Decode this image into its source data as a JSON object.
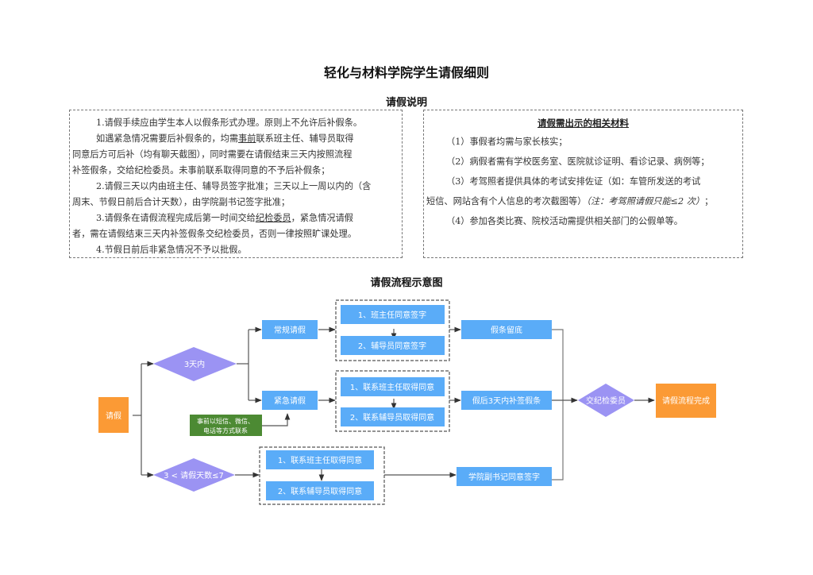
{
  "document": {
    "title": "轻化与材料学院学生请假细则",
    "section1_title": "请假说明",
    "rules": {
      "p1": "1.请假手续应由学生本人以假条形式办理。原则上不允许后补假条。",
      "p2_line1_a": "如遇紧急情况需要后补假条的，均需",
      "p2_line1_u": "事前",
      "p2_line1_b": "联系班主任、辅导员取得",
      "p2_line2": "同意后方可后补（均有聊天截图），同时需要在请假结束三天内按照流程",
      "p2_line3": "补签假条，交给纪检委员。未事前联系取得同意的不予后补假条；",
      "p3_line1": "2.请假三天以内由班主任、辅导员签字批准；三天以上一周以内的（含",
      "p3_line2": "周末、节假日前后合计天数），由学院副书记签字批准；",
      "p4_line1_a": "3.请假条在请假流程完成后第一时间交给",
      "p4_line1_u": "纪检委员",
      "p4_line1_b": "，紧急情况请假",
      "p4_line2": "者，需在请假结束三天内补签假条交纪检委员，否则一律按照旷课处理。",
      "p5": "4.节假日前后非紧急情况不予以批假。"
    },
    "materials": {
      "heading": "请假需出示的相关材料",
      "item1": "（1）事假者均需与家长核实；",
      "item2": "（2）病假者需有学校医务室、医院就诊证明、看诊记录、病例等；",
      "item3_line1": "（3）考驾照者提供具体的考试安排佐证（如：车管所发送的考试",
      "item3_line2_a": "短信、网站含有个人信息的考次截图等）",
      "item3_line2_b": "（注：考驾照请假只能≤2 次）",
      "item3_line2_c": "；",
      "item4": "（4）参加各类比赛、院校活动需提供相关部门的公假单等。"
    },
    "section2_title": "请假流程示意图"
  },
  "flowchart": {
    "colors": {
      "orange": "#fb9a35",
      "blue": "#5aacf8",
      "purple": "#9b93f3",
      "green": "#4c8a33",
      "line": "#555555"
    },
    "nodes": {
      "start": "请假",
      "diamond_3days": "3天内",
      "diamond_3to7": "3 < 请假天数≤7",
      "regular_leave": "常规请假",
      "emergency_leave": "紧急请假",
      "regular_step1": "1、班主任同意签字",
      "regular_step2": "2、辅导员同意签字",
      "emergency_step1": "1、联系班主任取得同意",
      "emergency_step2": "2、联系辅导员取得同意",
      "long_step1": "1、联系班主任取得同意",
      "long_step2": "2、联系辅导员取得同意",
      "note_contact_line1": "事前以短信、微信、",
      "note_contact_line2": "电话等方式联系",
      "keep_slip": "假条留底",
      "resign_slip": "假后3天内补签假条",
      "deputy_sign": "学院副书记同意签字",
      "submit_diamond": "交纪检委员",
      "done": "请假流程完成"
    }
  }
}
